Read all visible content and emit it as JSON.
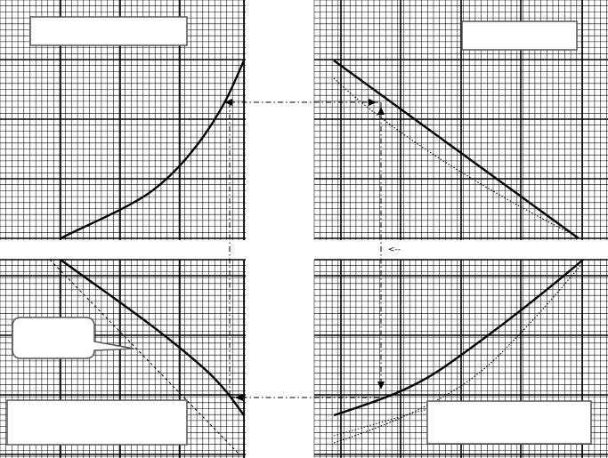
{
  "diagram": {
    "panels": [
      {
        "id": "top-left",
        "label_box_text": ""
      },
      {
        "id": "top-right",
        "label_box_text": ""
      },
      {
        "id": "bottom-left",
        "label_box_text": "",
        "callout_text": ""
      },
      {
        "id": "bottom-right",
        "label_box_text": ""
      }
    ],
    "center_arrow_text": "<--",
    "colors": {
      "grid": "#000000",
      "curve": "#000000",
      "background": "#ffffff",
      "box_border": "#555555"
    }
  }
}
